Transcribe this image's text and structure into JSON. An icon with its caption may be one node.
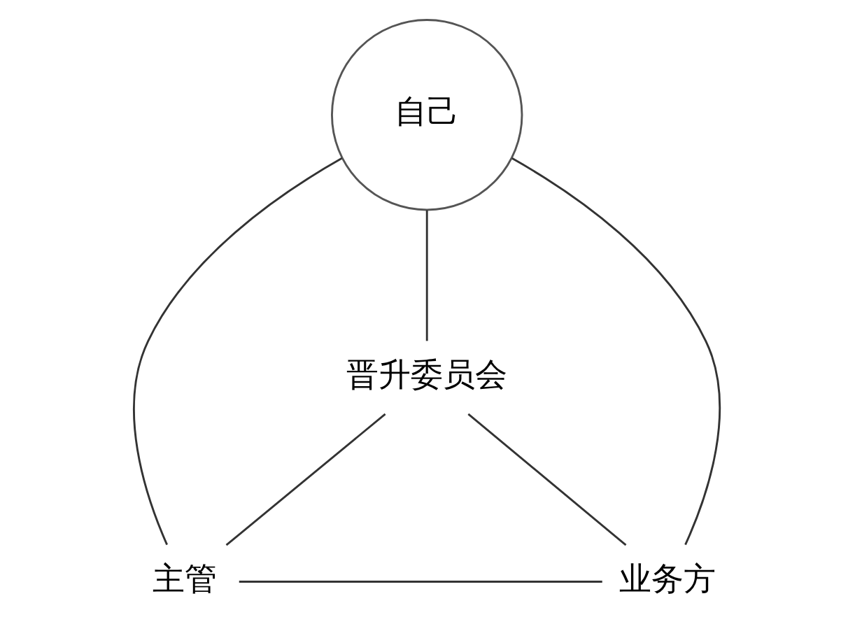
{
  "diagram": {
    "nodes": [
      {
        "text": [
          "晋升委员会"
        ]
      },
      {
        "text": [
          "自己"
        ]
      },
      {
        "text": [
          "主管"
        ]
      },
      {
        "text": [
          "业务方"
        ]
      }
    ],
    "edges": [
      {
        "from": 0,
        "to": 2,
        "arrow": "none"
      },
      {
        "from": 0,
        "to": 3,
        "arrow": "none"
      },
      {
        "from": 2,
        "to": 3,
        "arrow": "none"
      },
      {
        "from": 1,
        "to": 0,
        "arrow": "none"
      },
      {
        "from": 1,
        "to": 2,
        "arrow": "none"
      },
      {
        "from": 1,
        "to": 3,
        "arrow": "none"
      }
    ]
  }
}
